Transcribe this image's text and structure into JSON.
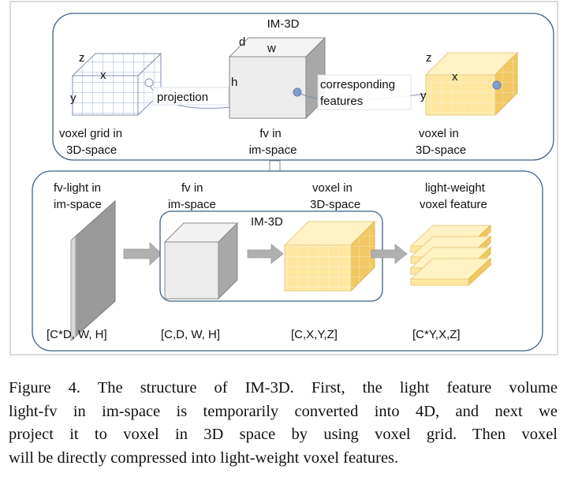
{
  "top_panel": {
    "title": "IM-3D",
    "voxel_grid": {
      "axis_z": "z",
      "axis_x": "x",
      "axis_y": "y",
      "label_line1": "voxel grid in",
      "label_line2": "3D-space"
    },
    "projection_label": "projection",
    "fv_cube": {
      "axis_d": "d",
      "axis_w": "w",
      "axis_h": "h",
      "label_line1": "fv in",
      "label_line2": "im-space"
    },
    "corresponding_line1": "corresponding",
    "corresponding_line2": "features",
    "voxel": {
      "axis_z": "z",
      "axis_x": "x",
      "axis_y": "y",
      "label_line1": "voxel in",
      "label_line2": "3D-space"
    }
  },
  "bottom_panel": {
    "inner_title": "IM-3D",
    "fv_light": {
      "label_line1": "fv-light in",
      "label_line2": "im-space",
      "shape": "[C*D, W, H]"
    },
    "fv": {
      "label_line1": "fv in",
      "label_line2": "im-space",
      "shape": "[C,D, W, H]"
    },
    "voxel": {
      "label_line1": "voxel in",
      "label_line2": "3D-space",
      "shape": "[C,X,Y,Z]"
    },
    "light_voxel": {
      "label_line1": "light-weight",
      "label_line2": "voxel feature",
      "shape": "[C*Y,X,Z]"
    }
  },
  "caption": {
    "lines": [
      "Figure 4. The structure of IM-3D. First, the light feature volume",
      "light-fv in im-space is temporarily converted into 4D, and next we",
      "project it to voxel in 3D space by using voxel grid. Then voxel",
      "will be directly compressed into light-weight voxel features."
    ]
  },
  "colors": {
    "panel_border": "#3f5f86",
    "grid_blue": "#9bb3db",
    "voxel_front": "#ffe7a0",
    "voxel_top": "#fff2c4",
    "voxel_side": "#f2c862",
    "cube_front": "#ececec",
    "cube_side": "#a8a8a8",
    "arrow_gray": "#b0b0b0",
    "dot_blue": "#7f9fcf"
  }
}
